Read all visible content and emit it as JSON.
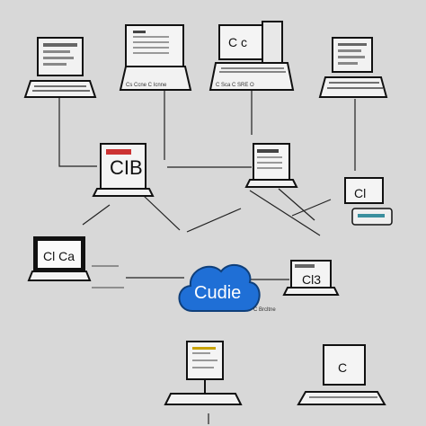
{
  "nodes": {
    "laptop_top_center_label": "C c",
    "laptop_mid_left_label": "CIB",
    "laptop_right_label": "Cl",
    "laptop_left_label": "Cl Ca",
    "cloud_label": "Cudie",
    "laptop_mid_right_label": "Cl3",
    "laptop_bottom_right_label": "C",
    "caption_top_center": "Cs  Ccne  C Icnne",
    "caption_top_center_right": "C Sca  C SRE O",
    "caption_cloud": "C Brcltne"
  },
  "colors": {
    "cloud": "#1f6fd6",
    "accent_lines": "#3b8f9e"
  }
}
